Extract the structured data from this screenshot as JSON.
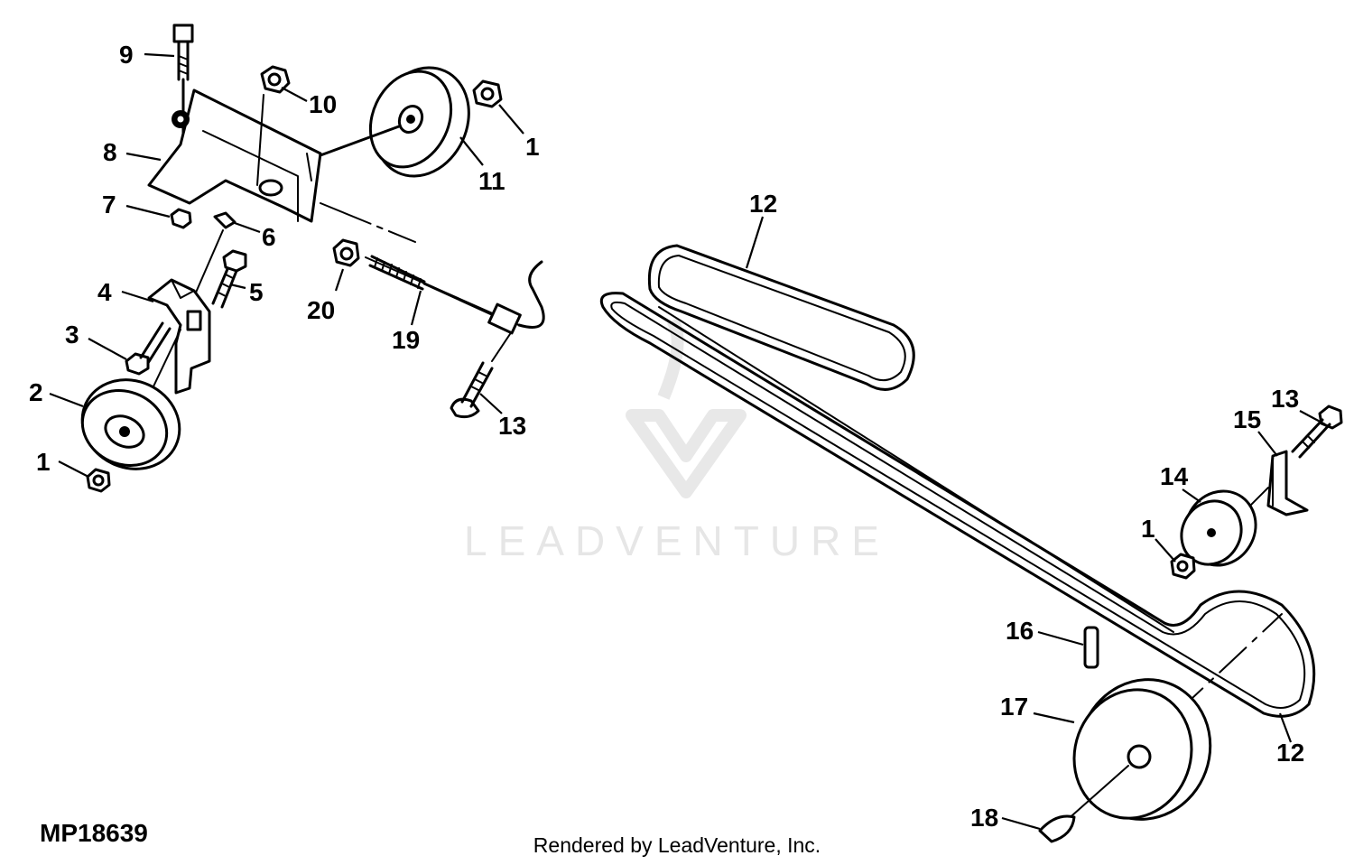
{
  "diagram": {
    "figure_id": "MP18639",
    "rendered_by": "Rendered by LeadVenture, Inc.",
    "watermark": "LEADVENTURE",
    "callouts": [
      {
        "id": "c9",
        "label": "9"
      },
      {
        "id": "c10",
        "label": "10"
      },
      {
        "id": "c1a",
        "label": "1"
      },
      {
        "id": "c11",
        "label": "11"
      },
      {
        "id": "c8",
        "label": "8"
      },
      {
        "id": "c7",
        "label": "7"
      },
      {
        "id": "c6",
        "label": "6"
      },
      {
        "id": "c4",
        "label": "4"
      },
      {
        "id": "c5",
        "label": "5"
      },
      {
        "id": "c3",
        "label": "3"
      },
      {
        "id": "c2",
        "label": "2"
      },
      {
        "id": "c1b",
        "label": "1"
      },
      {
        "id": "c20",
        "label": "20"
      },
      {
        "id": "c19",
        "label": "19"
      },
      {
        "id": "c13a",
        "label": "13"
      },
      {
        "id": "c12a",
        "label": "12"
      },
      {
        "id": "c13b",
        "label": "13"
      },
      {
        "id": "c15",
        "label": "15"
      },
      {
        "id": "c14",
        "label": "14"
      },
      {
        "id": "c1c",
        "label": "1"
      },
      {
        "id": "c16",
        "label": "16"
      },
      {
        "id": "c17",
        "label": "17"
      },
      {
        "id": "c12b",
        "label": "12"
      },
      {
        "id": "c18",
        "label": "18"
      }
    ]
  }
}
